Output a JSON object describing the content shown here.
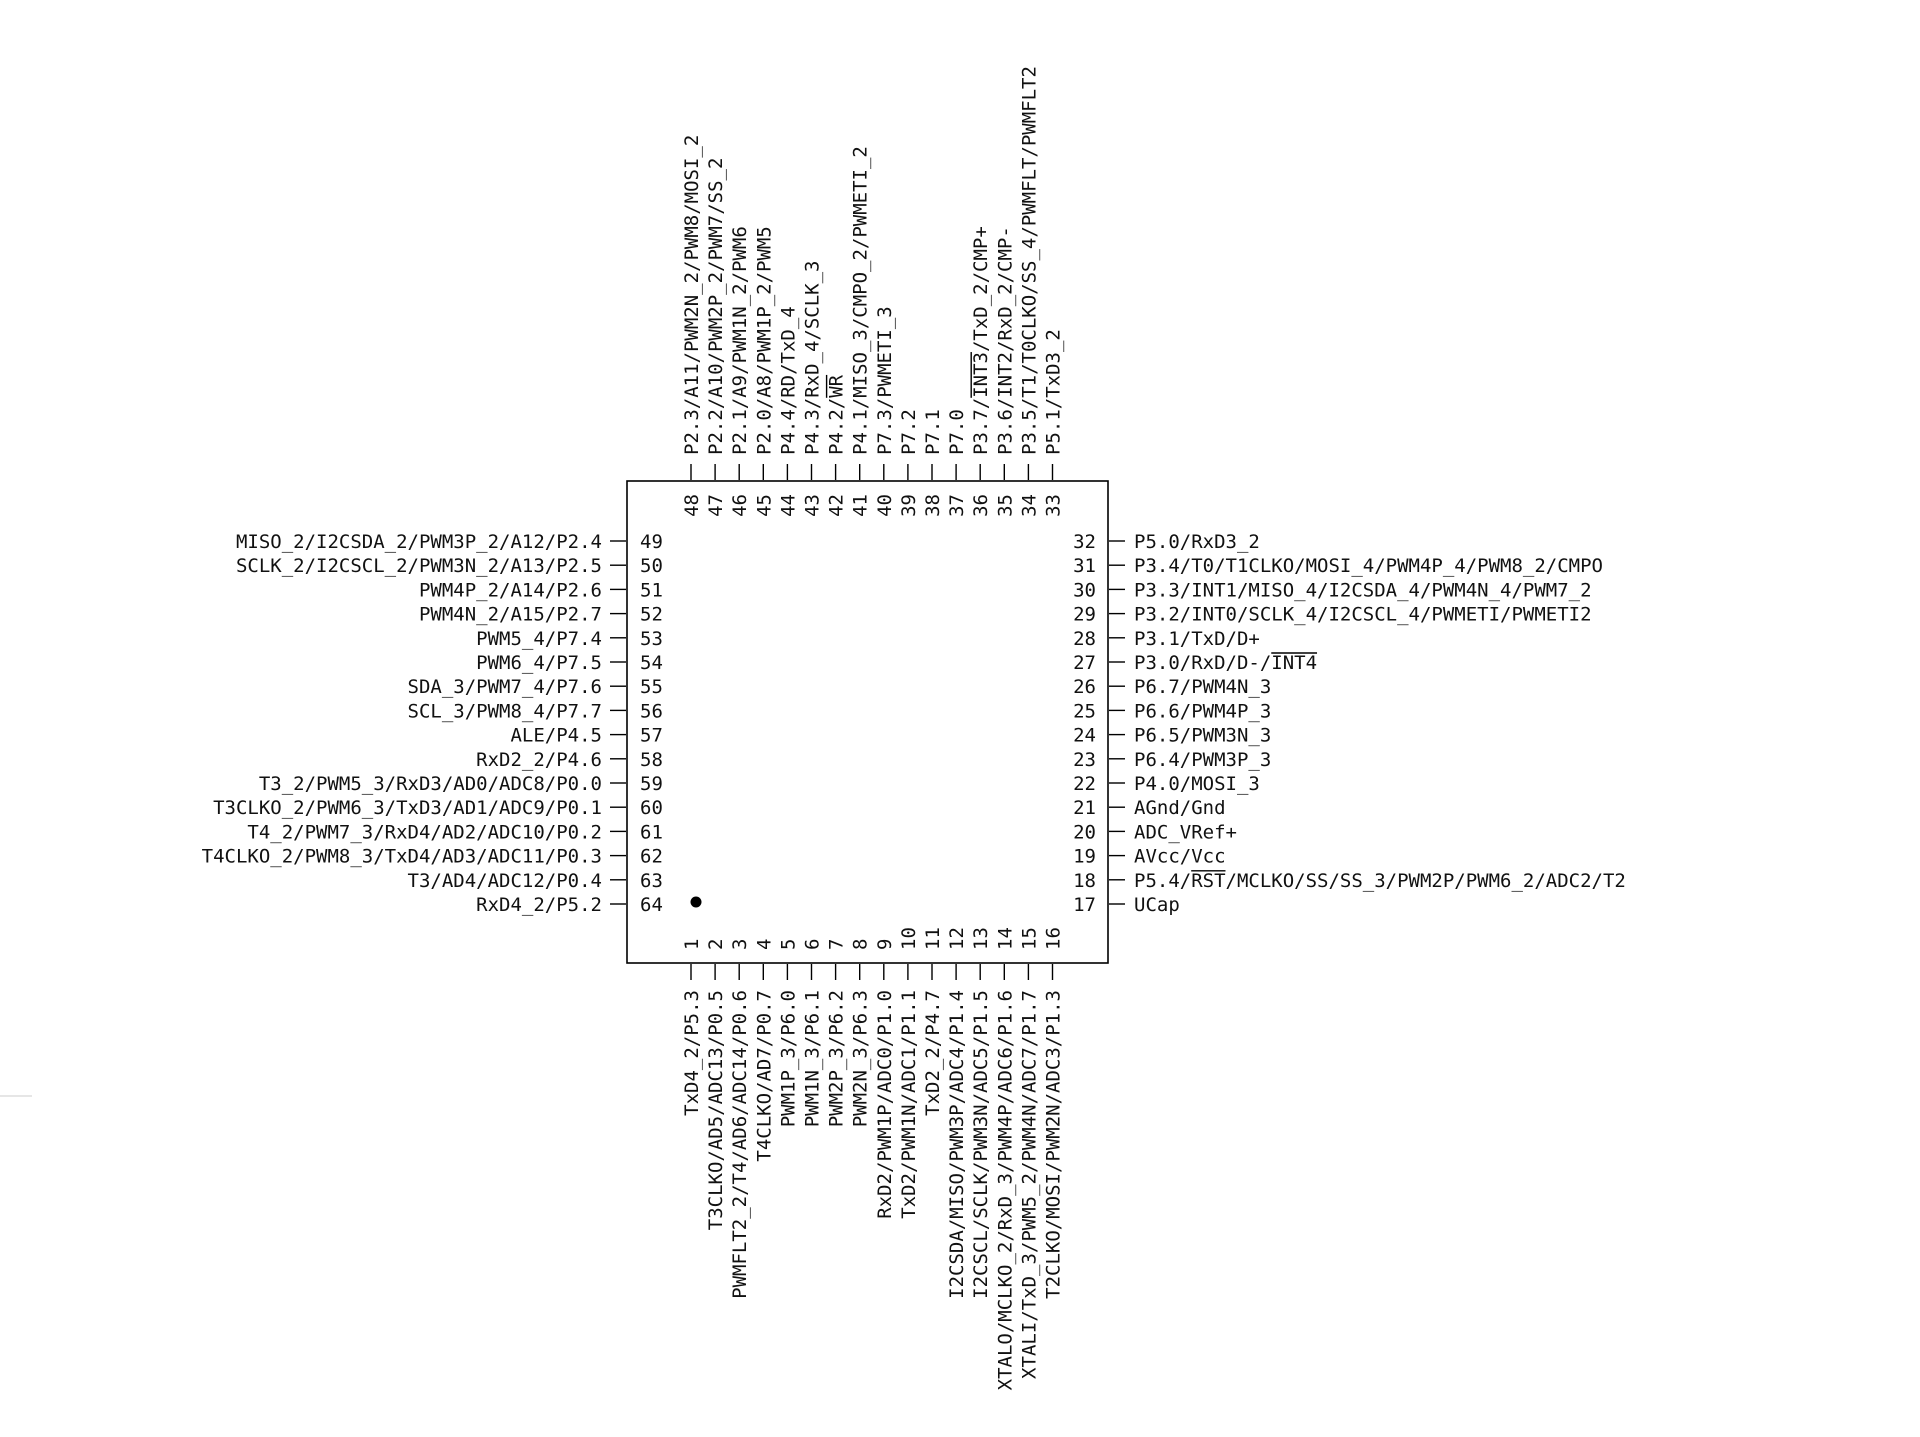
{
  "pins": {
    "left": [
      {
        "number": "49",
        "label": "MISO_2/I2CSDA_2/PWM3P_2/A12/P2.4"
      },
      {
        "number": "50",
        "label": "SCLK_2/I2CSCL_2/PWM3N_2/A13/P2.5"
      },
      {
        "number": "51",
        "label": "PWM4P_2/A14/P2.6"
      },
      {
        "number": "52",
        "label": "PWM4N_2/A15/P2.7"
      },
      {
        "number": "53",
        "label": "PWM5_4/P7.4"
      },
      {
        "number": "54",
        "label": "PWM6_4/P7.5"
      },
      {
        "number": "55",
        "label": "SDA_3/PWM7_4/P7.6"
      },
      {
        "number": "56",
        "label": "SCL_3/PWM8_4/P7.7"
      },
      {
        "number": "57",
        "label": "ALE/P4.5"
      },
      {
        "number": "58",
        "label": "RxD2_2/P4.6"
      },
      {
        "number": "59",
        "label": "T3_2/PWM5_3/RxD3/AD0/ADC8/P0.0"
      },
      {
        "number": "60",
        "label": "T3CLKO_2/PWM6_3/TxD3/AD1/ADC9/P0.1"
      },
      {
        "number": "61",
        "label": "T4_2/PWM7_3/RxD4/AD2/ADC10/P0.2"
      },
      {
        "number": "62",
        "label": "T4CLKO_2/PWM8_3/TxD4/AD3/ADC11/P0.3"
      },
      {
        "number": "63",
        "label": "T3/AD4/ADC12/P0.4"
      },
      {
        "number": "64",
        "label": "RxD4_2/P5.2"
      }
    ],
    "right": [
      {
        "number": "32",
        "label": "P5.0/RxD3_2"
      },
      {
        "number": "31",
        "label": "P3.4/T0/T1CLKO/MOSI_4/PWM4P_4/PWM8_2/CMPO"
      },
      {
        "number": "30",
        "label": "P3.3/INT1/MISO_4/I2CSDA_4/PWM4N_4/PWM7_2"
      },
      {
        "number": "29",
        "label": "P3.2/INT0/SCLK_4/I2CSCL_4/PWMETI/PWMETI2"
      },
      {
        "number": "28",
        "label": "P3.1/TxD/D+"
      },
      {
        "number": "27",
        "label": "P3.0/RxD/D-/INT4"
      },
      {
        "number": "26",
        "label": "P6.7/PWM4N_3"
      },
      {
        "number": "25",
        "label": "P6.6/PWM4P_3"
      },
      {
        "number": "24",
        "label": "P6.5/PWM3N_3"
      },
      {
        "number": "23",
        "label": "P6.4/PWM3P_3"
      },
      {
        "number": "22",
        "label": "P4.0/MOSI_3"
      },
      {
        "number": "21",
        "label": "AGnd/Gnd"
      },
      {
        "number": "20",
        "label": "ADC_VRef+"
      },
      {
        "number": "19",
        "label": "AVcc/Vcc"
      },
      {
        "number": "18",
        "label": "P5.4/RST/MCLKO/SS/SS_3/PWM2P/PWM6_2/ADC2/T2"
      },
      {
        "number": "17",
        "label": "UCap"
      }
    ],
    "top": [
      {
        "number": "48",
        "label": "P2.3/A11/PWM2N_2/PWM8/MOSI_2"
      },
      {
        "number": "47",
        "label": "P2.2/A10/PWM2P_2/PWM7/SS_2"
      },
      {
        "number": "46",
        "label": "P2.1/A9/PWM1N_2/PWM6"
      },
      {
        "number": "45",
        "label": "P2.0/A8/PWM1P_2/PWM5"
      },
      {
        "number": "44",
        "label": "P4.4/RD/TxD_4"
      },
      {
        "number": "43",
        "label": "P4.3/RxD_4/SCLK_3"
      },
      {
        "number": "42",
        "label": "P4.2/WR"
      },
      {
        "number": "41",
        "label": "P4.1/MISO_3/CMPO_2/PWMETI_2"
      },
      {
        "number": "40",
        "label": "P7.3/PWMETI_3"
      },
      {
        "number": "39",
        "label": "P7.2"
      },
      {
        "number": "38",
        "label": "P7.1"
      },
      {
        "number": "37",
        "label": "P7.0"
      },
      {
        "number": "36",
        "label": "P3.7/INT3/TxD_2/CMP+"
      },
      {
        "number": "35",
        "label": "P3.6/INT2/RxD_2/CMP-"
      },
      {
        "number": "34",
        "label": "P3.5/T1/T0CLKO/SS_4/PWMFLT/PWMFLT2"
      },
      {
        "number": "33",
        "label": "P5.1/TxD3_2"
      }
    ],
    "bottom": [
      {
        "number": "1",
        "label": "TxD4_2/P5.3"
      },
      {
        "number": "2",
        "label": "T3CLKO/AD5/ADC13/P0.5"
      },
      {
        "number": "3",
        "label": "PWMFLT2_2/T4/AD6/ADC14/P0.6"
      },
      {
        "number": "4",
        "label": "T4CLKO/AD7/P0.7"
      },
      {
        "number": "5",
        "label": "PWM1P_3/P6.0"
      },
      {
        "number": "6",
        "label": "PWM1N_3/P6.1"
      },
      {
        "number": "7",
        "label": "PWM2P_3/P6.2"
      },
      {
        "number": "8",
        "label": "PWM2N_3/P6.3"
      },
      {
        "number": "9",
        "label": "RxD2/PWM1P/ADC0/P1.0"
      },
      {
        "number": "10",
        "label": "TxD2/PWM1N/ADC1/P1.1"
      },
      {
        "number": "11",
        "label": "TxD2_2/P4.7"
      },
      {
        "number": "12",
        "label": "I2CSDA/MISO/PWM3P/ADC4/P1.4"
      },
      {
        "number": "13",
        "label": "I2CSCL/SCLK/PWM3N/ADC5/P1.5"
      },
      {
        "number": "14",
        "label": "XTALO/MCLKO_2/RxD_3/PWM4P/ADC6/P1.6"
      },
      {
        "number": "15",
        "label": "XTALI/TxD_3/PWM5_2/PWM4N/ADC7/P1.7"
      },
      {
        "number": "16",
        "label": "T2CLKO/MOSI/PWM2N/ADC3/P1.3"
      }
    ]
  }
}
